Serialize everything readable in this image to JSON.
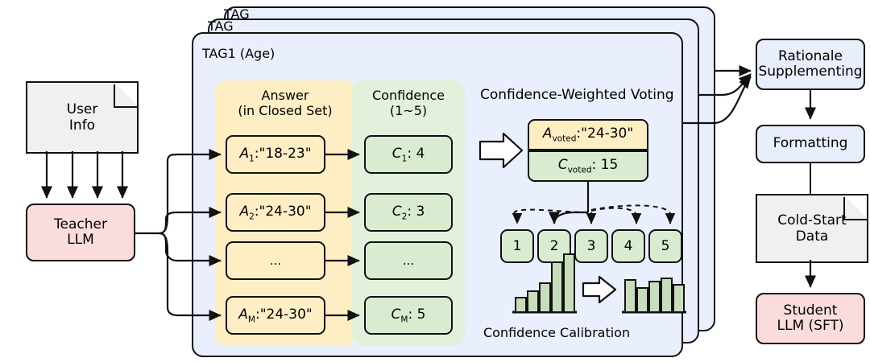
{
  "left": {
    "user_info": "User\nInfo",
    "teacher_llm": "Teacher\nLLM"
  },
  "tag_stack": {
    "back_label": "TAG",
    "mid_label": "TAG",
    "front_label": "TAG1 (Age)"
  },
  "answer_column": {
    "header": "Answer\n(in Closed Set)",
    "items": [
      {
        "symbol": "A",
        "sub": "1",
        "value": ":\"18-23\""
      },
      {
        "symbol": "A",
        "sub": "2",
        "value": ":\"24-30\""
      },
      {
        "symbol": "",
        "sub": "",
        "value": "..."
      },
      {
        "symbol": "A",
        "sub": "M",
        "value": ":\"24-30\""
      }
    ]
  },
  "confidence_column": {
    "header": "Confidence\n(1~5)",
    "items": [
      {
        "symbol": "C",
        "sub": "1",
        "value": ": 4"
      },
      {
        "symbol": "C",
        "sub": "2",
        "value": ": 3"
      },
      {
        "symbol": "",
        "sub": "",
        "value": "..."
      },
      {
        "symbol": "C",
        "sub": "M",
        "value": ": 5"
      }
    ]
  },
  "voting": {
    "title": "Confidence-Weighted Voting",
    "answer_voted_symbol": "A",
    "answer_voted_sub": "voted",
    "answer_voted_value": ":\"24-30\"",
    "conf_voted_symbol": "C",
    "conf_voted_sub": "voted",
    "conf_voted_value": ": 15",
    "scale": [
      "1",
      "2",
      "3",
      "4",
      "5"
    ]
  },
  "calibration": {
    "caption": "Confidence Calibration",
    "before": [
      18,
      26,
      36,
      62,
      72
    ],
    "after": [
      40,
      30,
      38,
      42,
      34
    ]
  },
  "right": {
    "rationale": "Rationale\nSupplementing",
    "formatting": "Formatting",
    "cold_start": "Cold-Start\nData",
    "student": "Student\nLLM (SFT)"
  },
  "colors": {
    "card_blue": "#e9effd",
    "node_blue": "#e8eefc",
    "pink": "#fbdcdc",
    "yellow": "#fdeec4",
    "green": "#d9ecd2",
    "green_light": "#e2f0dc",
    "gray": "#f0f0f0",
    "stroke": "#111111"
  }
}
